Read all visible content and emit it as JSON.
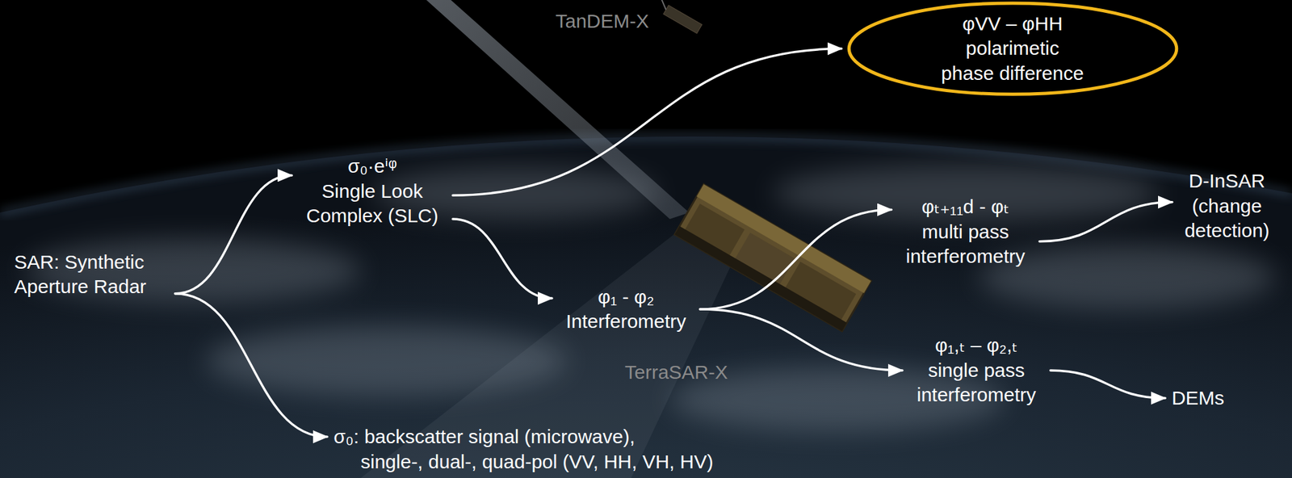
{
  "diagram": {
    "nodes": [
      {
        "text": [
          "SAR: Synthetic Aperture Radar"
        ]
      },
      {
        "text": [
          "σ₀·eⁱᵠ",
          "Single Look Complex (SLC)"
        ]
      },
      {
        "text": [
          "φ₁ - φ₂",
          "Interferometry"
        ]
      },
      {
        "text": [
          "φVV – φHH",
          "polarimetic phase difference"
        ]
      },
      {
        "text": [
          "φₜ₊₁₁d - φₜ",
          "multi pass interferometry"
        ]
      },
      {
        "text": [
          "φ₁,ₜ – φ₂,ₜ",
          "single pass interferometry"
        ]
      },
      {
        "text": [
          "D-InSAR (change detection)"
        ]
      },
      {
        "text": [
          "DEMs"
        ]
      },
      {
        "text": [
          "σ₀: backscatter signal (microwave),",
          "single-, dual-, quad-pol (VV, HH, VH, HV)"
        ]
      }
    ],
    "edges": [
      {
        "from": 0,
        "to": 1,
        "arrow": "to"
      },
      {
        "from": 0,
        "to": 8,
        "arrow": "to"
      },
      {
        "from": 1,
        "to": 3,
        "arrow": "to"
      },
      {
        "from": 1,
        "to": 2,
        "arrow": "to"
      },
      {
        "from": 2,
        "to": 4,
        "arrow": "to"
      },
      {
        "from": 2,
        "to": 5,
        "arrow": "to"
      },
      {
        "from": 4,
        "to": 6,
        "arrow": "to"
      },
      {
        "from": 5,
        "to": 7,
        "arrow": "to"
      }
    ],
    "labels": [
      "TanDEM-X",
      "TerraSAR-X"
    ]
  }
}
